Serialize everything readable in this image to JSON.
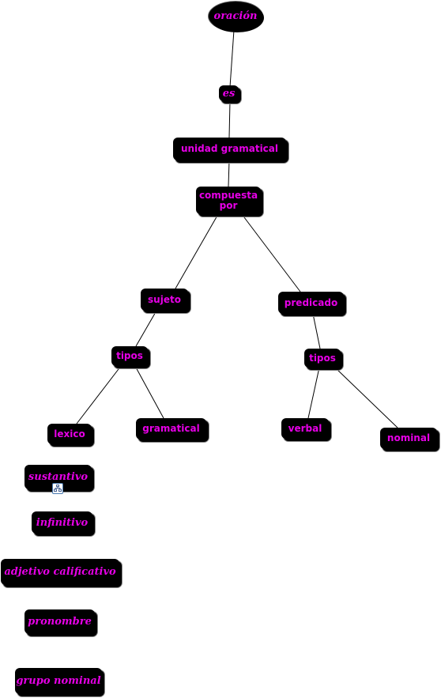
{
  "nodes": {
    "oracion": "oración",
    "es": "es",
    "unidad_gramatical": "unidad gramatical",
    "compuesta_por": "compuesta\npor",
    "sujeto": "sujeto",
    "predicado": "predicado",
    "tipos_sujeto": "tipos",
    "tipos_predicado": "tipos",
    "lexico": "lexico",
    "gramatical": "gramatical",
    "verbal": "verbal",
    "nominal": "nominal",
    "sustantivo": "sustantivo",
    "infinitivo": "infinitivo",
    "adjetivo_calificativo": "adjetivo calificativo",
    "pronombre": "pronombre",
    "grupo_nominal": "grupo nominal"
  },
  "icons": {
    "resource": "concept-map-resource-icon"
  },
  "colors": {
    "node_fill": "#000000",
    "node_text": "#e600e6",
    "edge": "#000000"
  }
}
